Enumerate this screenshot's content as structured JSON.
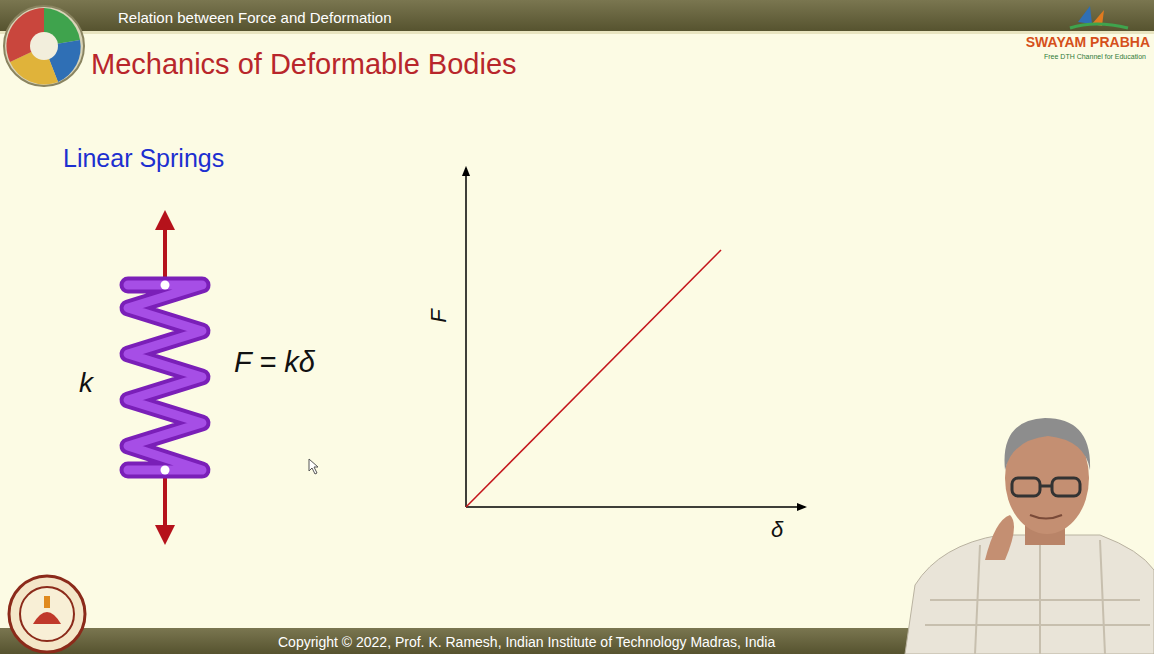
{
  "diagram": {
    "title": "Mechanics of Deformable Bodies",
    "labels": [
      "Relation between Force and Deformation",
      "Linear Springs",
      "k",
      "F = kδ",
      "F",
      "δ",
      "SWAYAM PRABHA",
      "Free DTH Channel for Education",
      "Copyright © 2022, Prof. K. Ramesh, Indian Institute of Technology Madras, India"
    ]
  }
}
